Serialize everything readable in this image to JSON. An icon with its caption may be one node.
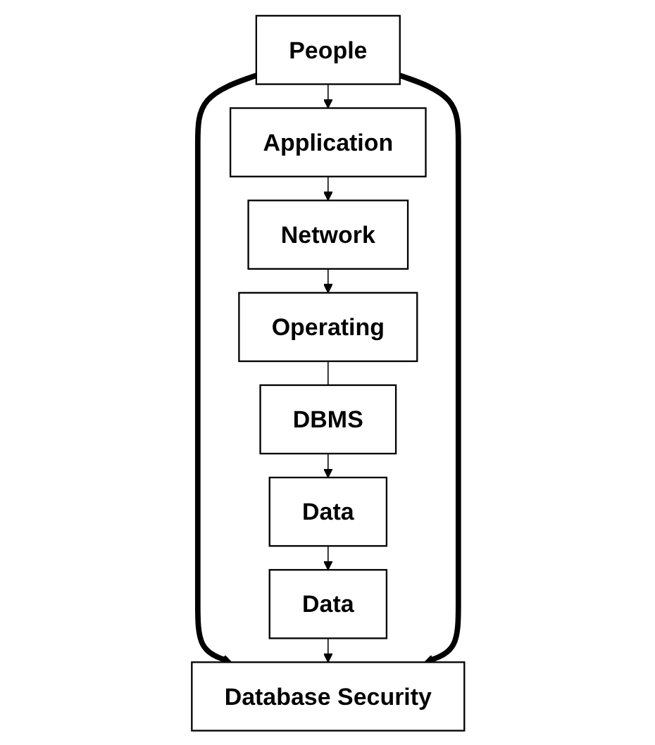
{
  "diagram": {
    "nodes": [
      {
        "text": [
          "People"
        ]
      },
      {
        "text": [
          "Application"
        ]
      },
      {
        "text": [
          "Network"
        ]
      },
      {
        "text": [
          "Operating"
        ]
      },
      {
        "text": [
          "DBMS"
        ]
      },
      {
        "text": [
          "Data"
        ]
      },
      {
        "text": [
          "Data"
        ]
      },
      {
        "text": [
          "Database Security"
        ]
      }
    ],
    "edges": [
      {
        "from": 0,
        "to": 7,
        "arrow": "to",
        "style": "thick"
      },
      {
        "from": 0,
        "to": 1,
        "arrow": "to"
      },
      {
        "from": 1,
        "to": 2,
        "arrow": "to"
      },
      {
        "from": 2,
        "to": 3,
        "arrow": "to"
      },
      {
        "from": 3,
        "to": 4,
        "arrow": "none"
      },
      {
        "from": 4,
        "to": 5,
        "arrow": "to"
      },
      {
        "from": 5,
        "to": 6,
        "arrow": "to"
      },
      {
        "from": 6,
        "to": 7,
        "arrow": "to"
      },
      {
        "from": 0,
        "to": 7,
        "arrow": "to",
        "style": "thick"
      }
    ]
  }
}
